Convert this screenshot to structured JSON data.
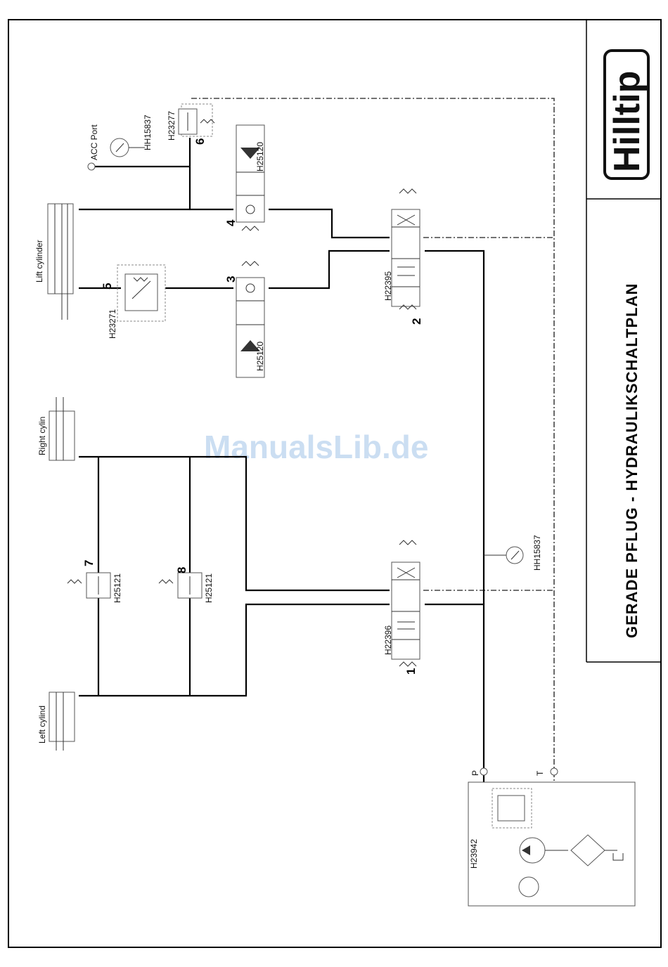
{
  "title": "GERADE PFLUG - HYDRAULIKSCHALTPLAN",
  "logo_text": "Hilltip",
  "watermark": "ManualsLib.de",
  "labels": {
    "acc_port": "ACC Port",
    "lift_cylinder": "Lift cylinder",
    "right_cylinder": "Right cylin",
    "left_cylinder": "Left cylind",
    "port_p": "P",
    "port_t": "T"
  },
  "components": {
    "c1": {
      "number": "1",
      "part": "H22396"
    },
    "c2": {
      "number": "2",
      "part": "H22395"
    },
    "c3": {
      "number": "3",
      "part": "H25120"
    },
    "c4": {
      "number": "4",
      "part": "H25120"
    },
    "c5": {
      "number": "5",
      "part": "H23271"
    },
    "c6": {
      "number": "6",
      "part": "H23277"
    },
    "c7": {
      "number": "7",
      "part": "H25121"
    },
    "c8": {
      "number": "8",
      "part": "H25121"
    },
    "gauge_top": {
      "part": "HH15837"
    },
    "gauge_mid": {
      "part": "HH15837"
    },
    "power_unit": {
      "part": "H23942"
    }
  },
  "colors": {
    "line": "#000000",
    "watermark": "#b9d3ee"
  }
}
